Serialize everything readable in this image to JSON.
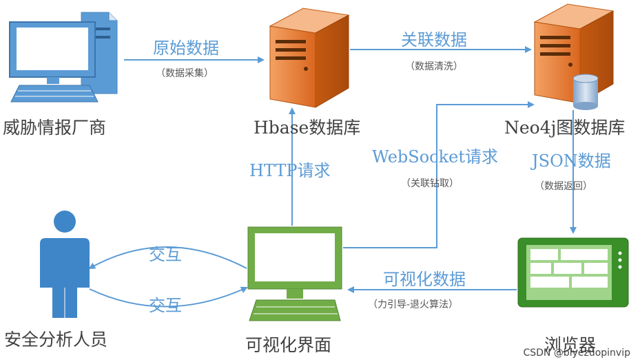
{
  "nodes": {
    "vendor": "威胁情报厂商",
    "hbase": "Hbase数据库",
    "neo4j": "Neo4j图数据库",
    "analyst": "安全分析人员",
    "ui": "可视化界面",
    "browser": "浏览器"
  },
  "edges": {
    "raw": {
      "main": "原始数据",
      "sub": "（数据采集）"
    },
    "assoc": {
      "main": "关联数据",
      "sub": "（数据清洗）"
    },
    "http": {
      "main": "HTTP请求"
    },
    "ws": {
      "main": "WebSocket请求",
      "sub": "（关联钻取）"
    },
    "json": {
      "main": "JSON数据",
      "sub": "（数据返回）"
    },
    "vis": {
      "main": "可视化数据",
      "sub": "（力引导-退火算法）"
    },
    "inter1": {
      "main": "交互"
    },
    "inter2": {
      "main": "交互"
    }
  },
  "watermark": "CSDN @biyezuopinvip",
  "colors": {
    "arrow": "#5b9bd5",
    "computer": "#5b9bd5",
    "server": "#ed7d31",
    "person": "#3f86c8",
    "monitor": "#70ad47",
    "tablet": "#3a8f28"
  }
}
